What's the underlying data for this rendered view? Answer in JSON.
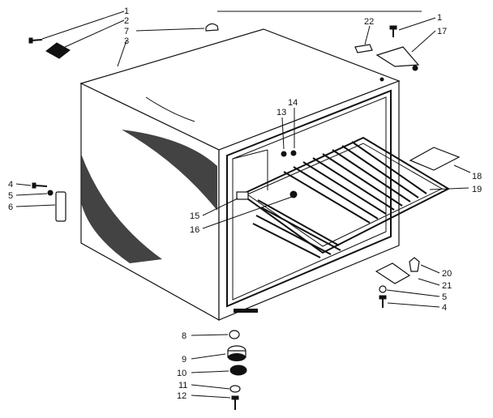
{
  "callouts": [
    {
      "id": "c1a",
      "text": "1"
    },
    {
      "id": "c2",
      "text": "2"
    },
    {
      "id": "c7",
      "text": "7"
    },
    {
      "id": "c3",
      "text": "3"
    },
    {
      "id": "c22",
      "text": "22"
    },
    {
      "id": "c1b",
      "text": "1"
    },
    {
      "id": "c17",
      "text": "17"
    },
    {
      "id": "c14",
      "text": "14"
    },
    {
      "id": "c13",
      "text": "13"
    },
    {
      "id": "c18",
      "text": "18"
    },
    {
      "id": "c19",
      "text": "19"
    },
    {
      "id": "c4a",
      "text": "4"
    },
    {
      "id": "c5a",
      "text": "5"
    },
    {
      "id": "c6",
      "text": "6"
    },
    {
      "id": "c15",
      "text": "15"
    },
    {
      "id": "c16",
      "text": "16"
    },
    {
      "id": "c20",
      "text": "20"
    },
    {
      "id": "c21",
      "text": "21"
    },
    {
      "id": "c5b",
      "text": "5"
    },
    {
      "id": "c4b",
      "text": "4"
    },
    {
      "id": "c8",
      "text": "8"
    },
    {
      "id": "c9",
      "text": "9"
    },
    {
      "id": "c10",
      "text": "10"
    },
    {
      "id": "c11",
      "text": "11"
    },
    {
      "id": "c12",
      "text": "12"
    }
  ]
}
